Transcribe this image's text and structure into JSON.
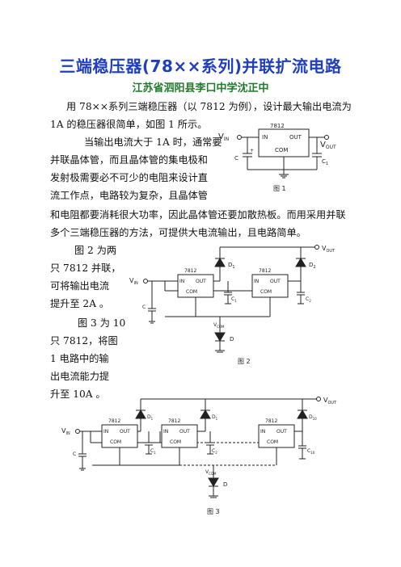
{
  "title": "三端稳压器(78××系列)并联扩流电路",
  "author": "江苏省泗阳县李口中学沈正中",
  "para1": {
    "line1": "用 78××系列三端稳压器（以 7812 为例），设计最大输出电流为",
    "line2": "1A 的稳压器很简单，如图 1 所示。"
  },
  "para2": {
    "line1": "当输出电流大于 1A 时，通常要",
    "line2": "并联晶体管，而且晶体管的集电极和",
    "line3": "发射极需要必不可少的电阻来设计直",
    "line4": "流工作点，电路较为复杂，且晶体管",
    "line5": "和电阻都要消耗很大功率，因此晶体管还要加散热板。而用采用并联",
    "line6": "多个三端稳压器的方法，可提供大电流输出，且电路简单。"
  },
  "para3": {
    "line1": "图 2 为两",
    "line2": "只 7812 并联，",
    "line3": "可将输出电流",
    "line4": "提升至 2A 。"
  },
  "para4": {
    "line1": "图 3 为 10",
    "line2": "只 7812，将图",
    "line3": "1 电路中的输",
    "line4": "出电流能力提",
    "line5": "升至 10A 。"
  },
  "labels": {
    "reg": "7812",
    "in": "IN",
    "out": "OUT",
    "com": "COM",
    "vin": "V",
    "vin_sub": "IN",
    "vout": "V",
    "vout_sub": "OUT",
    "vcom": "V",
    "vcom_sub": "COM",
    "c": "C",
    "c1": "C",
    "c1_sub": "1",
    "c2_sub": "2",
    "c10_sub": "10",
    "d": "D",
    "d1_sub": "1",
    "d2_sub": "2",
    "d10_sub": "10",
    "plus": "+"
  },
  "captions": {
    "fig1": "图 1",
    "fig2": "图 2",
    "fig3": "图 3"
  }
}
